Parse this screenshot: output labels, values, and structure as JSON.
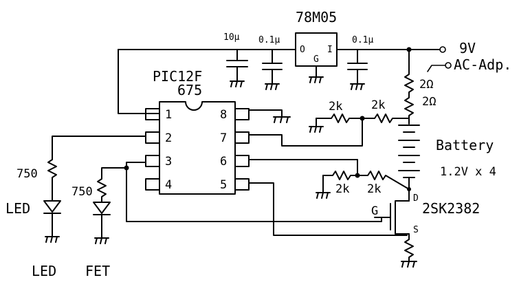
{
  "regulator": {
    "name": "78M05",
    "pin_o": "O",
    "pin_i": "I",
    "pin_g": "G"
  },
  "capacitors": {
    "c1": "10μ",
    "c2": "0.1μ",
    "c3": "0.1μ"
  },
  "power": {
    "input_9v": "9V",
    "ac_adapter": "AC-Adp."
  },
  "resistors": {
    "r_charge_a": "2Ω",
    "r_charge_b": "2Ω",
    "r_div1_a": "2k",
    "r_div1_b": "2k",
    "r_div2_a": "2k",
    "r_div2_b": "2k",
    "r_led": "750",
    "r_fet": "750"
  },
  "battery": {
    "name": "Battery",
    "spec": "1.2V x 4"
  },
  "mcu": {
    "name_line1": "PIC12F",
    "name_line2": "675",
    "pins": [
      "1",
      "2",
      "3",
      "4",
      "8",
      "7",
      "6",
      "5"
    ]
  },
  "fet": {
    "part": "2SK2382",
    "gate": "G",
    "drain": "D",
    "source": "S"
  },
  "labels": {
    "led_symbol": "LED",
    "bottom_led": "LED",
    "bottom_fet": "FET"
  }
}
